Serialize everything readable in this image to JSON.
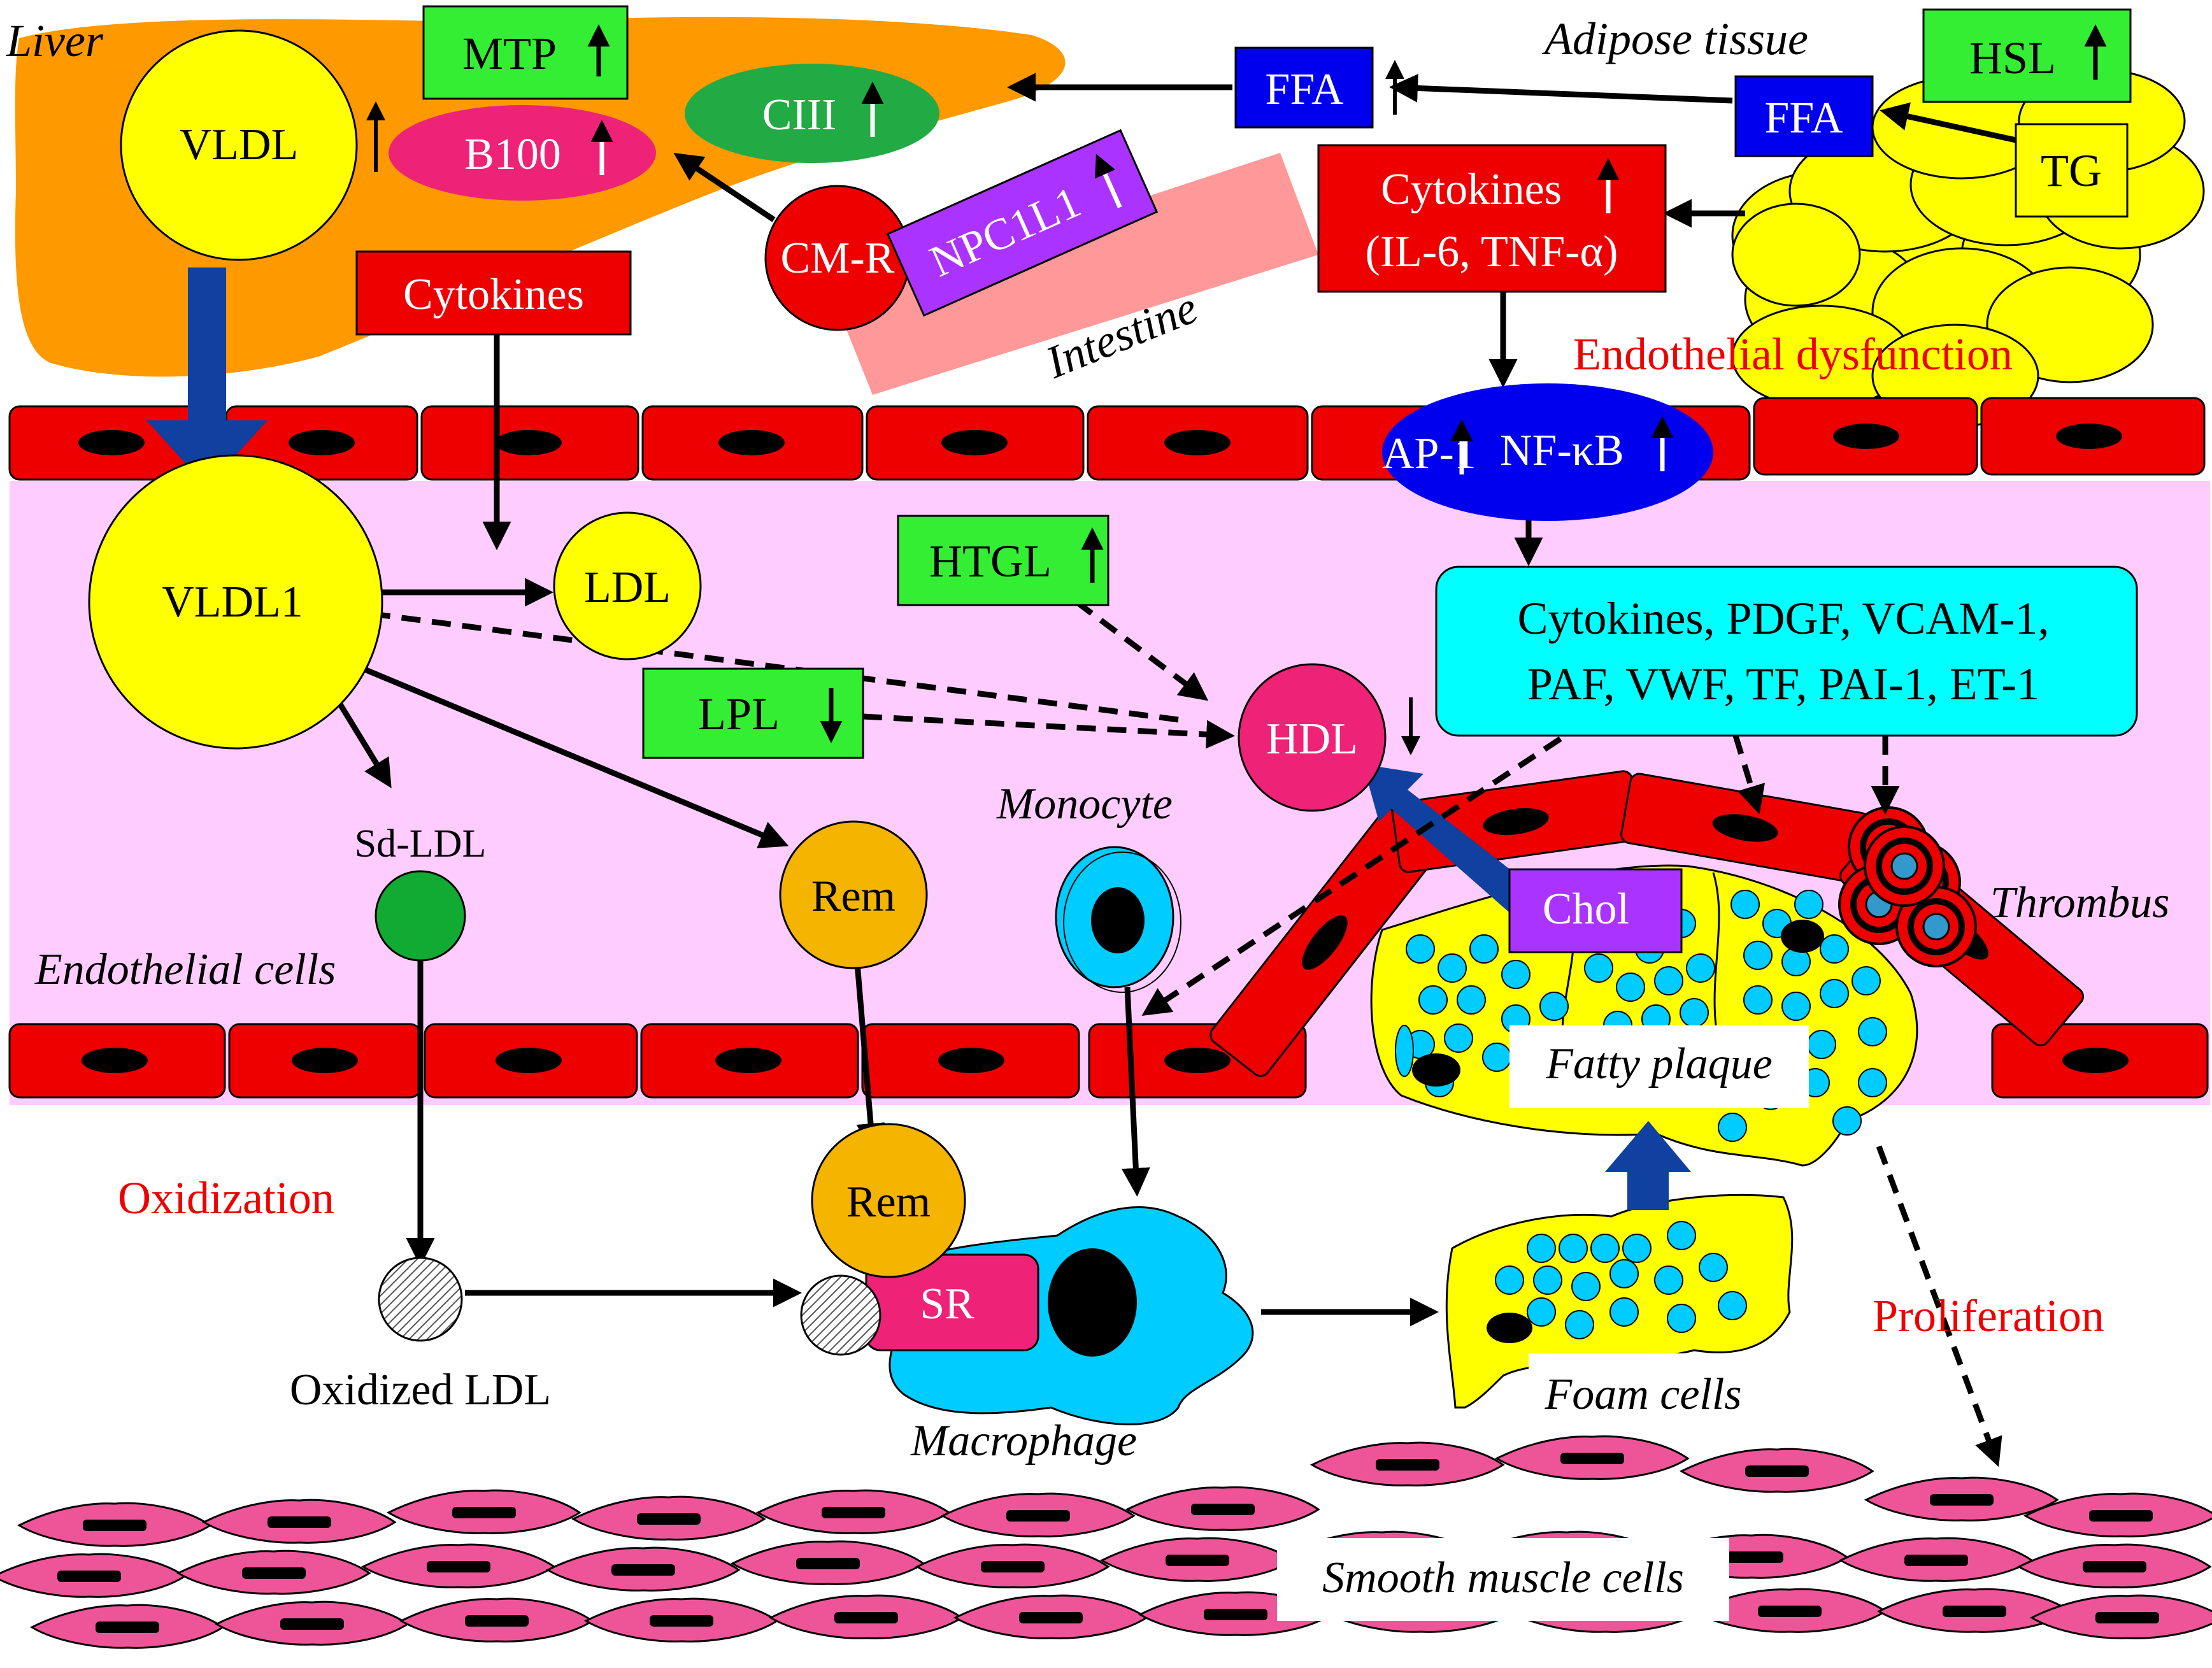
{
  "labels": {
    "liver": "Liver",
    "adipose": "Adipose tissue",
    "intestine": "Intestine",
    "endothelial_dysfunction": "Endothelial dysfunction",
    "endothelial_cells": "Endothelial cells",
    "monocyte": "Monocyte",
    "thrombus": "Thrombus",
    "oxidization": "Oxidization",
    "proliferation": "Proliferation",
    "macrophage": "Macrophage",
    "foam_cells": "Foam cells",
    "fatty_plaque": "Fatty plaque",
    "smooth_muscle": "Smooth muscle cells",
    "oxidized_ldl": "Oxidized LDL"
  },
  "boxes": {
    "mtp": "MTP",
    "hsl": "HSL",
    "ffa_left": "FFA",
    "ffa_right": "FFA",
    "tg": "TG",
    "cytokines_top": "Cytokines",
    "cytokines_il_1": "Cytokines",
    "cytokines_il_2": "(IL-6, TNF-α)",
    "htgl": "HTGL",
    "lpl": "LPL",
    "chol": "Chol",
    "sr": "SR",
    "npc1l1": "NPC1L1",
    "mediators_line1": "Cytokines, PDGF, VCAM-1,",
    "mediators_line2": "PAF, VWF, TF, PAI-1, ET-1"
  },
  "particles": {
    "vldl": "VLDL",
    "vldl1": "VLDL1",
    "ldl": "LDL",
    "hdl": "HDL",
    "sd_ldl": "Sd-LDL",
    "rem1": "Rem",
    "rem2": "Rem",
    "b100": "B100",
    "ciii": "CIII",
    "cmr": "CM-R",
    "ap1": "AP-1",
    "nfkb": "NF-κB"
  },
  "colors": {
    "liver": "#ff9900",
    "lumen": "#ffccff",
    "endothelium": "#ee0000",
    "green_box": "#33ee33",
    "blue_box": "#0000ee",
    "lipoprotein": "#ffff00",
    "remnant": "#f5b400",
    "cyan": "#00ccff",
    "magenta": "#ee2277",
    "purple": "#aa33ff",
    "intestine": "#ff9999",
    "smooth_muscle": "#ee5599",
    "red_text": "#ee0000",
    "arrow_blue": "#1040a0"
  }
}
